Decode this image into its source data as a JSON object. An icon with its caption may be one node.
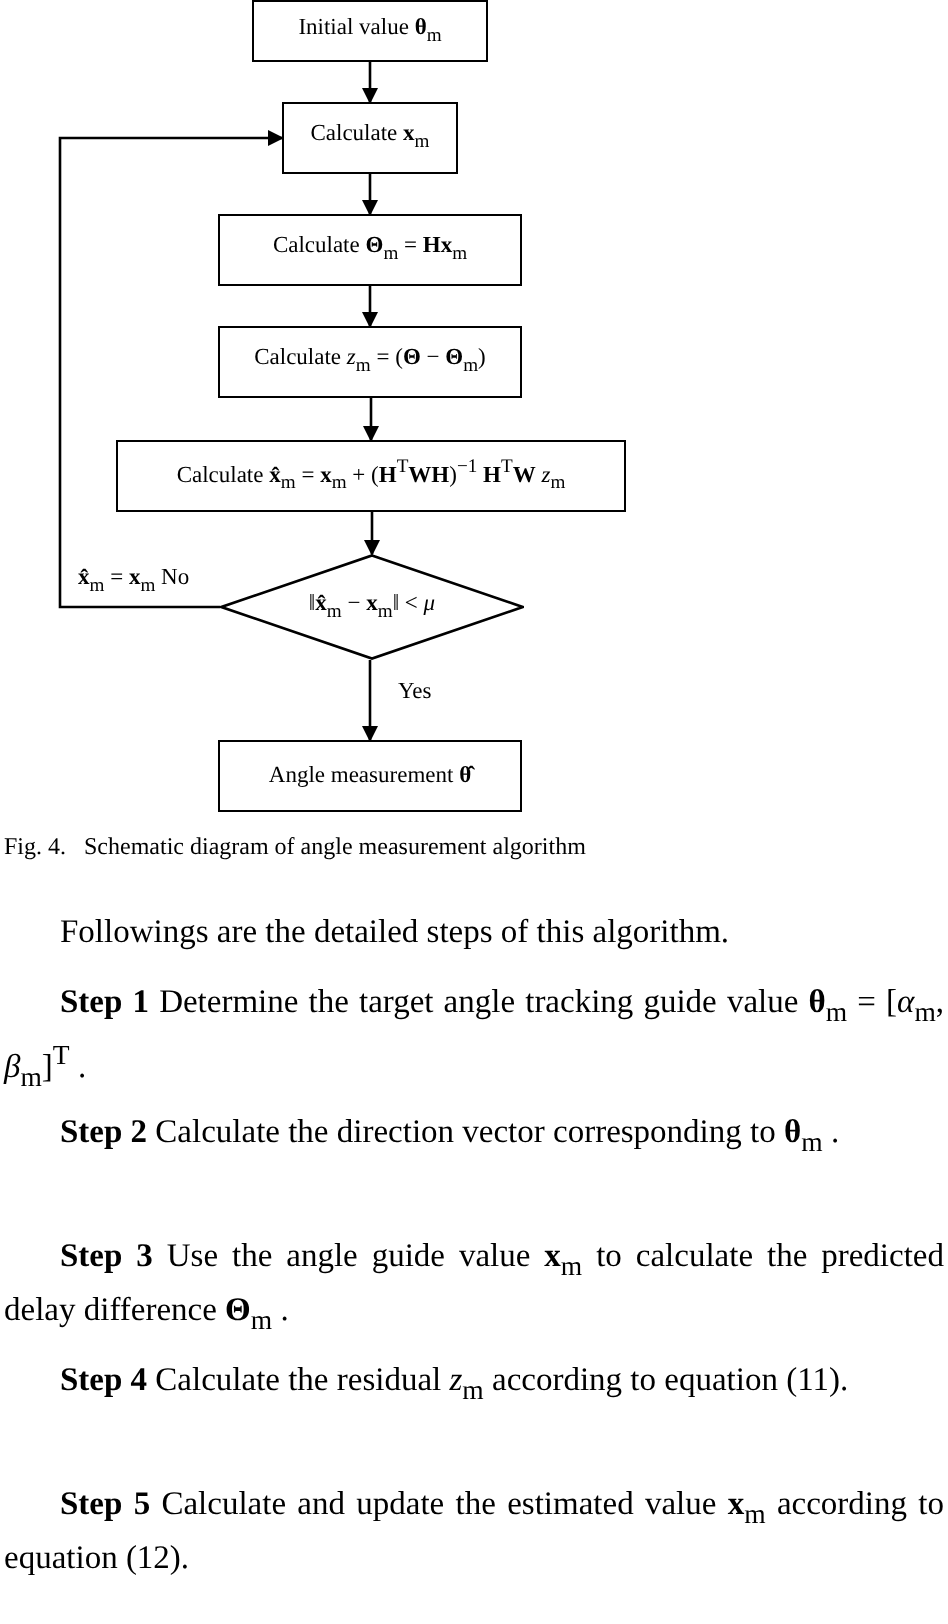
{
  "diagram": {
    "caption": "Fig. 4.   Schematic diagram of angle measurement algorithm",
    "nodes": [
      {
        "text": [
          "Initial value **θ**$_{m}$"
        ]
      },
      {
        "text": [
          "Calculate **x**$_{m}$"
        ]
      },
      {
        "text": [
          "Calculate   **Θ**$_{m}$ = **Hx**$_{m}$"
        ]
      },
      {
        "text": [
          "Calculate *z*$_{m}$ = (**Θ** − **Θ**$_{m}$)"
        ]
      },
      {
        "text": [
          "Calculate **x̂**$_{m}$ = **x**$_{m}$ + (**H**$^{T}$**WH**)$^{−1}$ **H**$^{T}$**W** *z*$_{m}$"
        ]
      },
      {
        "text": [
          "‖**x̂**$_{m}$ − **x**$_{m}$‖ < *μ*"
        ]
      },
      {
        "text": [
          "Angle measurement **θ̂**"
        ]
      }
    ],
    "edges": [
      {
        "from": 0,
        "to": 1,
        "arrow": "to"
      },
      {
        "from": 1,
        "to": 2,
        "arrow": "to"
      },
      {
        "from": 2,
        "to": 3,
        "arrow": "to"
      },
      {
        "from": 3,
        "to": 4,
        "arrow": "to"
      },
      {
        "from": 4,
        "to": 5,
        "arrow": "to"
      },
      {
        "from": 5,
        "to": 1,
        "arrow": "to",
        "label": "**x̂**$_{m}$ = **x**$_{m}$  No"
      },
      {
        "from": 5,
        "to": 6,
        "arrow": "to",
        "label": "Yes"
      }
    ],
    "labels": [
      "Followings are the detailed steps of this algorithm.",
      "**Step 1** Determine the target angle tracking guide value **θ**$_{m}$ = [*α*$_{m}$, *β*$_{m}$]$^{T}$ .",
      "**Step 2** Calculate the direction vector corresponding to **θ**$_{m}$ .",
      "**Step 3** Use the angle guide value **x**$_{m}$ to calculate the predicted delay difference **Θ**$_{m}$ .",
      "**Step 4** Calculate the residual *z*$_{m}$ according to equation (11).",
      "**Step 5** Calculate and update the estimated value **x**$_{m}$ according to equation (12)."
    ]
  }
}
